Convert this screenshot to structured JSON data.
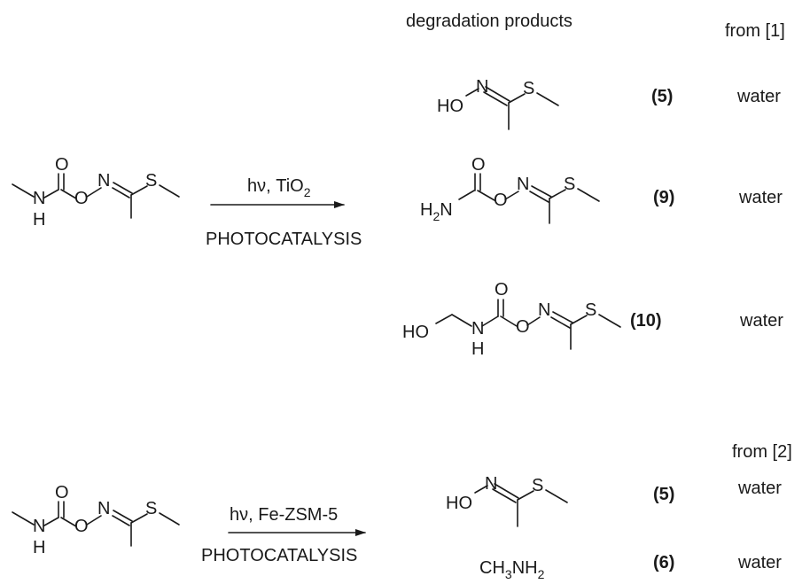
{
  "header": {
    "products_title": "degradation products",
    "source_1": "from [1]",
    "source_2": "from [2]"
  },
  "reactions": [
    {
      "conditions_top": "hν, TiO",
      "conditions_top_sub": "2",
      "conditions_bottom": "PHOTOCATALYSIS",
      "products": [
        {
          "id": "(5)",
          "medium": "water"
        },
        {
          "id": "(9)",
          "medium": "water"
        },
        {
          "id": "(10)",
          "medium": "water"
        }
      ]
    },
    {
      "conditions_top": "hν, Fe-ZSM-5",
      "conditions_bottom": "PHOTOCATALYSIS",
      "products": [
        {
          "id": "(5)",
          "medium": "water"
        },
        {
          "id": "(6)",
          "medium": "water",
          "formula_parts": [
            "CH",
            "3",
            "NH",
            "2"
          ]
        }
      ]
    }
  ],
  "atoms": {
    "O": "O",
    "N": "N",
    "S": "S",
    "NH": "N",
    "H": "H",
    "HO": "HO",
    "H2N_H": "H",
    "H2N_2": "2",
    "H2N_N": "N"
  }
}
